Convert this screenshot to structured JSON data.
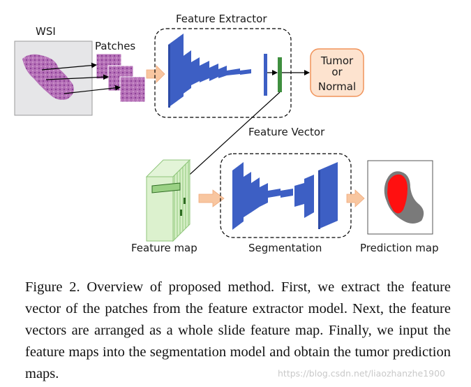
{
  "labels": {
    "wsi": "WSI",
    "patches": "Patches",
    "feature_extractor": "Feature Extractor",
    "feature_vector": "Feature Vector",
    "tumor": "Tumor",
    "or": "or",
    "normal": "Normal",
    "feature_map": "Feature map",
    "segmentation": "Segmentation",
    "prediction_map": "Prediction map"
  },
  "caption": "Figure 2. Overview of proposed method. First, we extract the feature vector of the patches from the feature extractor model. Next, the feature vectors are arranged as a whole slide feature map. Finally, we input the feature maps into the segmentation model and obtain the tumor prediction maps.",
  "watermark": "https://blog.csdn.net/liaozhanzhe1900",
  "colors": {
    "layer_blue": "#3d5fc4",
    "output_orange": "#f4a06a",
    "feature_map_green": "#cdeabb",
    "tumor_red": "#ff1010",
    "normal_gray": "#7a7a7a"
  }
}
